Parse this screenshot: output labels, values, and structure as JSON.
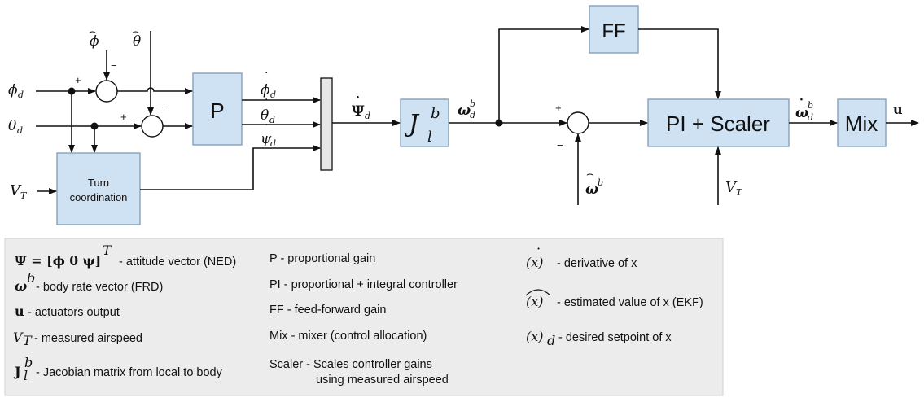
{
  "blocks": {
    "p": "P",
    "turn1": "Turn",
    "turn2": "coordination",
    "jac_main": "J",
    "jac_sup": "b",
    "jac_sub": "l",
    "ff": "FF",
    "pi": "PI + Scaler",
    "mix": "Mix"
  },
  "signals": {
    "phi": "ϕ",
    "theta": "θ",
    "psi": "ψ",
    "omega": "ω",
    "d": "d",
    "b": "b",
    "T": "T",
    "V": "V",
    "Psi": "Ψ",
    "u": "u",
    "hat": "⌢",
    "dot": "·"
  },
  "signs": {
    "plus": "+",
    "minus": "−"
  },
  "legend": {
    "psi_math": "Ψ = [ϕ  θ  ψ]",
    "psi_sup": "T",
    "psi_desc": "- attitude vector (NED)",
    "omega_desc": "- body rate vector (FRD)",
    "u_desc": "- actuators output",
    "vt_desc": "- measured airspeed",
    "jac_desc": "- Jacobian matrix from local to body",
    "p_desc": "P - proportional gain",
    "pi_desc": "PI - proportional + integral controller",
    "ff_desc": "FF - feed-forward gain",
    "mix_desc": "Mix - mixer (control allocation)",
    "scaler_desc": "Scaler - Scales controller gains",
    "scaler_desc2": "using measured airspeed",
    "x_math": "(x)",
    "deriv_desc": "- derivative of x",
    "est_desc": "- estimated value of x (EKF)",
    "des_desc": "- desired setpoint of x",
    "jac_main": "J",
    "u_bold": "u"
  }
}
